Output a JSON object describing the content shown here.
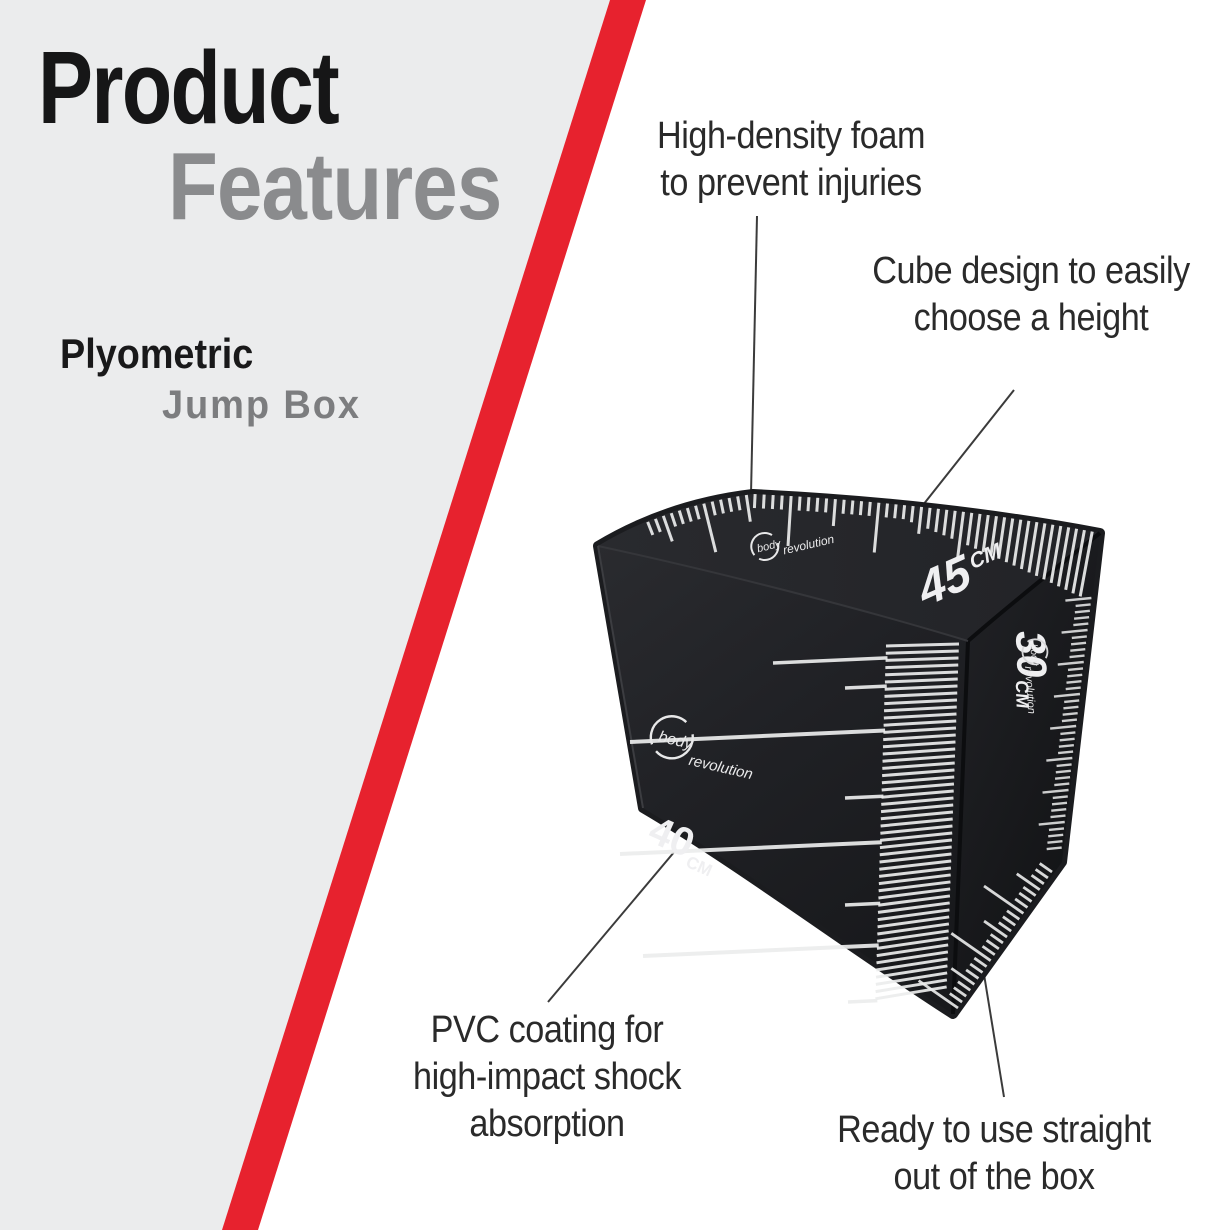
{
  "colors": {
    "panel_gray": "#ebeced",
    "background": "#ffffff",
    "accent_red": "#e7222e",
    "title_black": "#161617",
    "title_gray": "#8a8b8d",
    "callout_text": "#2a2a2a",
    "box_black": "#1d1e21",
    "marking_white": "#eceded"
  },
  "title": {
    "word1": "Product",
    "word2": "Features"
  },
  "product": {
    "name_line1": "Plyometric",
    "name_line2": "Jump Box"
  },
  "callouts": [
    {
      "lines": [
        "High-density foam",
        "to prevent injuries"
      ]
    },
    {
      "lines": [
        "Cube design to easily",
        "choose a height"
      ]
    },
    {
      "lines": [
        "PVC coating for",
        "high-impact shock",
        "absorption"
      ]
    },
    {
      "lines": [
        "Ready to use straight",
        "out of the box"
      ]
    }
  ],
  "box": {
    "brand": {
      "word1": "body",
      "word2": "revolution"
    },
    "measurements": {
      "top": {
        "value": "45",
        "unit": "CM"
      },
      "front": {
        "value": "40",
        "unit": "CM"
      },
      "side": {
        "value": "30",
        "unit": "CM"
      }
    }
  }
}
